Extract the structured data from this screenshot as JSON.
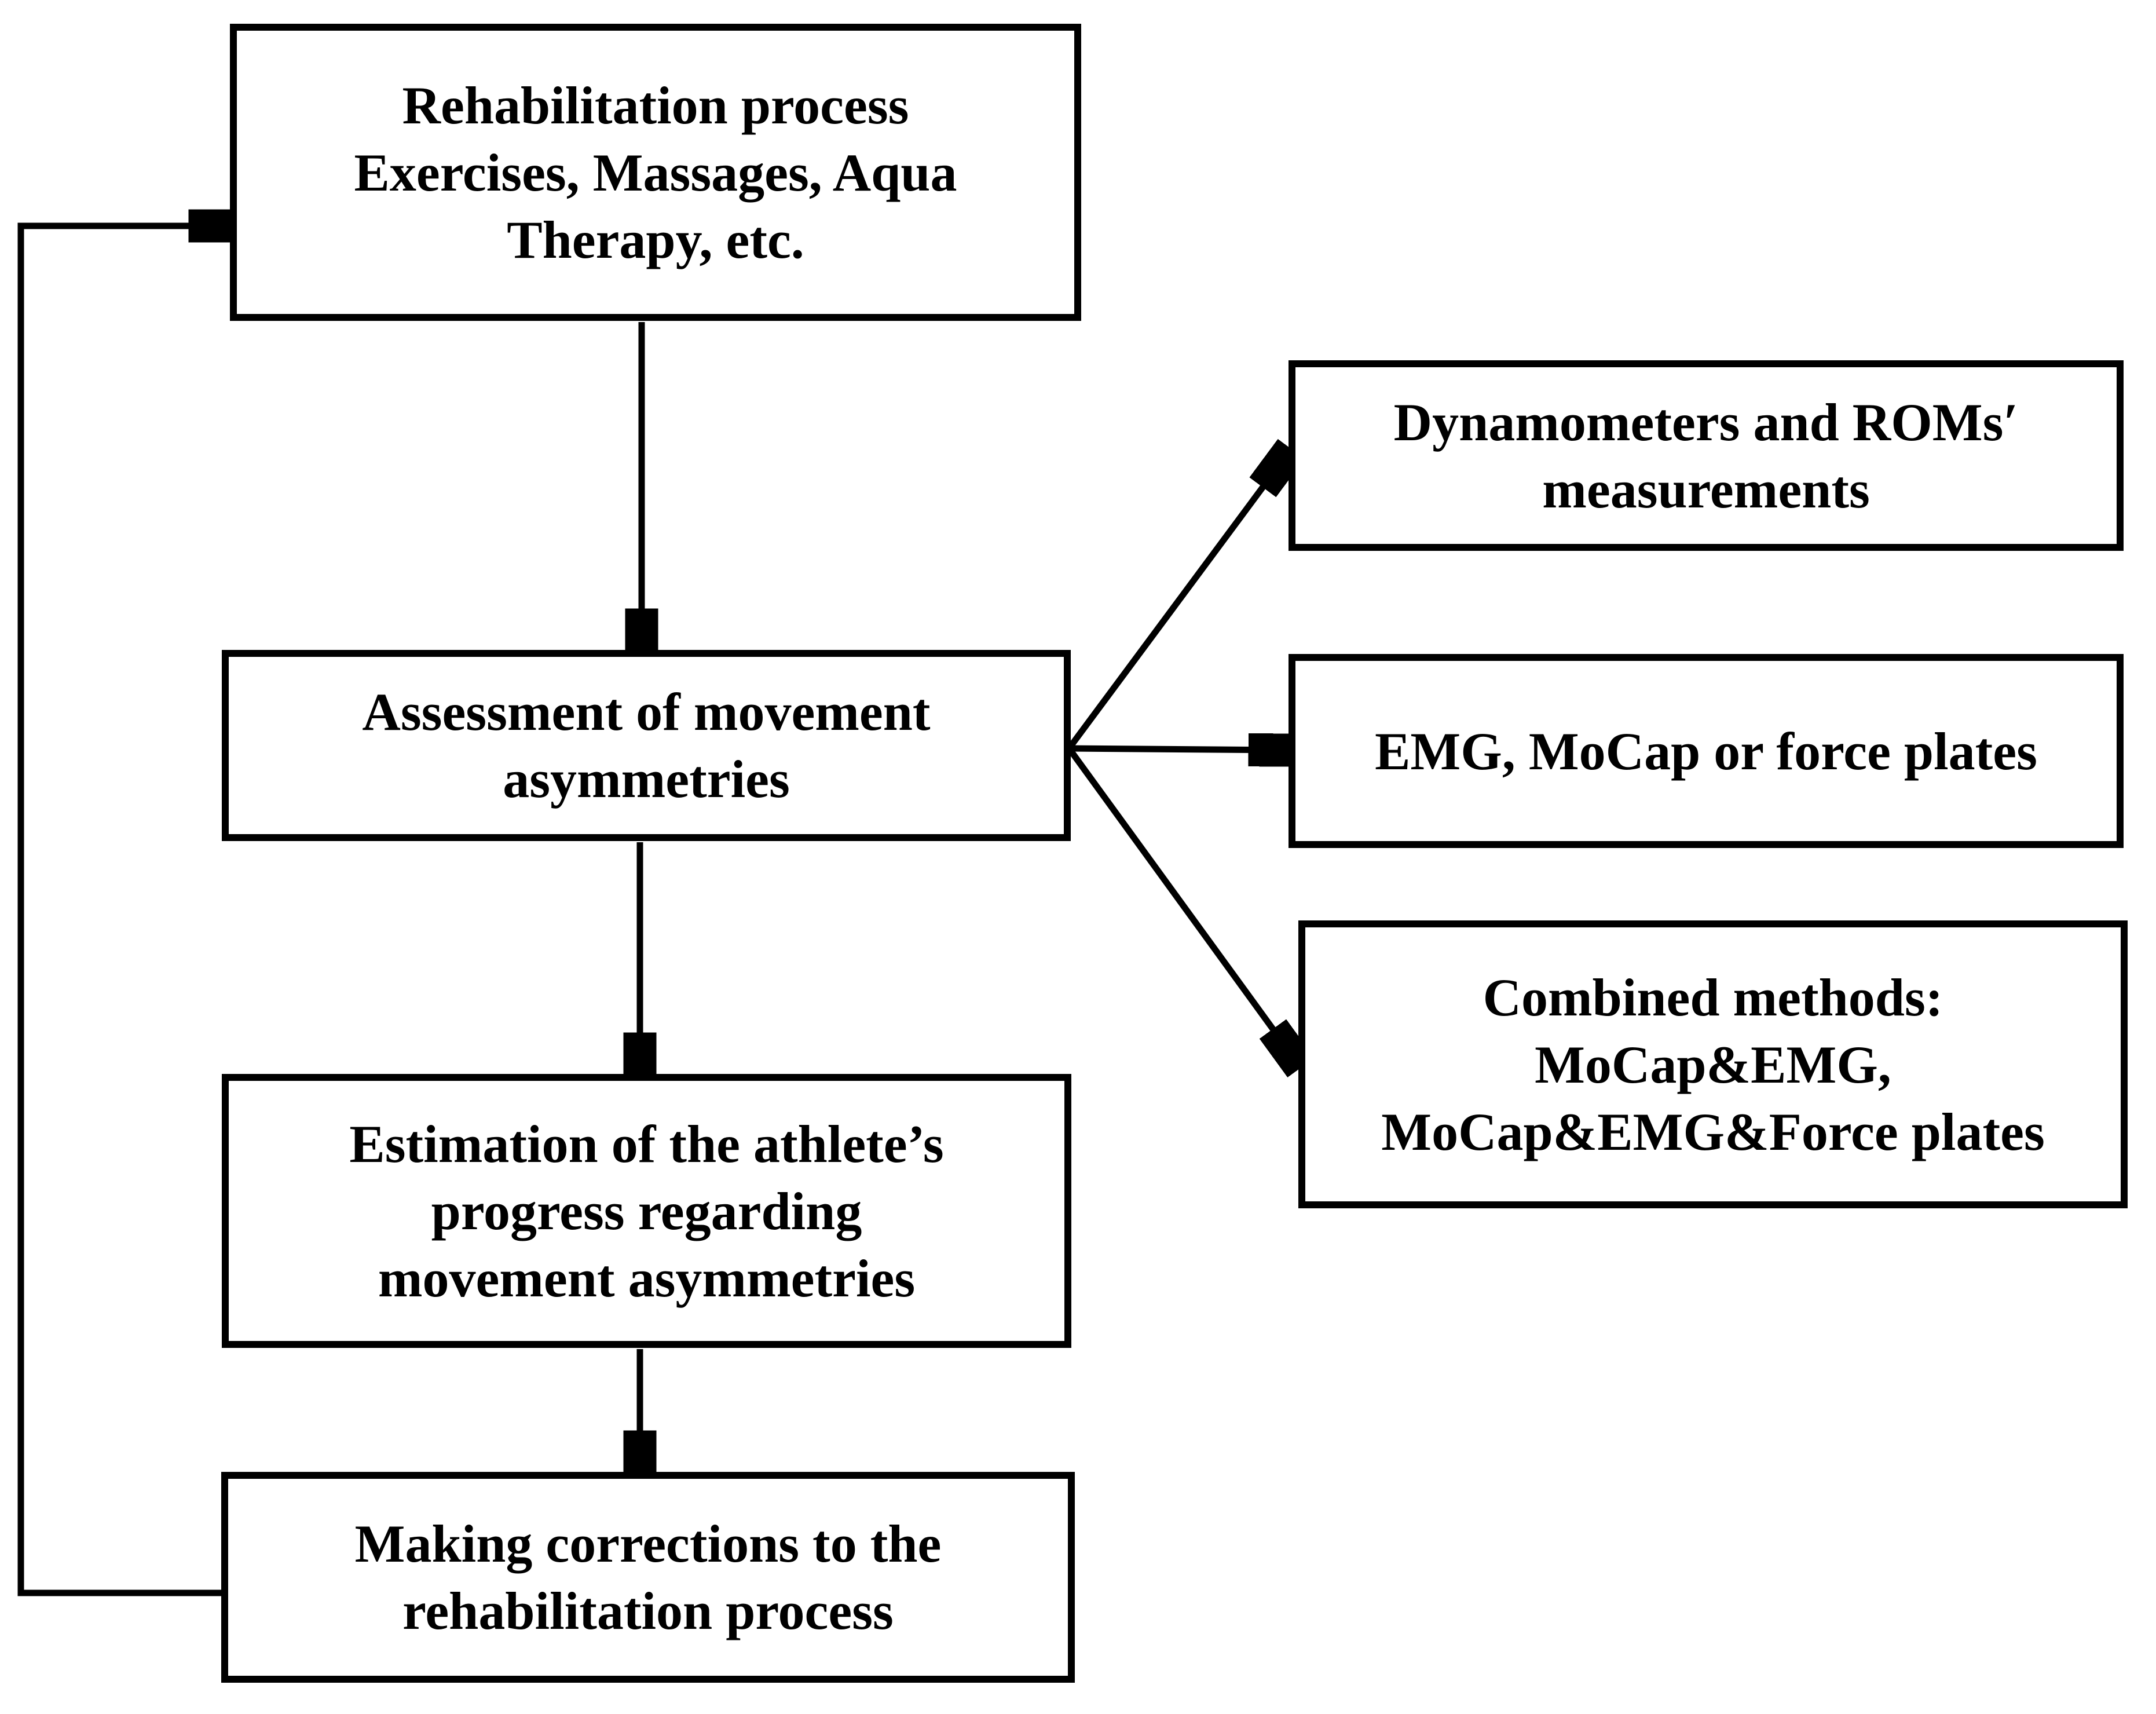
{
  "colors": {
    "ink": "#000000",
    "paper": "#ffffff"
  },
  "boxes": {
    "rehabilitation": {
      "lines": [
        "Rehabilitation process",
        "Exercises, Massages, Aqua",
        "Therapy, etc."
      ]
    },
    "assessment": {
      "lines": [
        "Assessment of movement",
        "asymmetries"
      ]
    },
    "estimation": {
      "lines": [
        "Estimation of the athlete’s",
        "progress regarding",
        "movement asymmetries"
      ]
    },
    "corrections": {
      "lines": [
        "Making corrections to the",
        "rehabilitation process"
      ]
    },
    "dynamometers": {
      "lines": [
        "Dynamometers and ROMs′",
        "measurements"
      ]
    },
    "emg": {
      "lines": [
        "EMG, MoCap or force plates"
      ]
    },
    "combined": {
      "lines": [
        "Combined methods:",
        "MoCap&EMG,",
        "MoCap&EMG&Force plates"
      ]
    }
  },
  "connectors": [
    {
      "from": "rehabilitation",
      "to": "assessment",
      "style": "arrow-down"
    },
    {
      "from": "assessment",
      "to": "dynamometers",
      "style": "arrow-diagonal-up"
    },
    {
      "from": "assessment",
      "to": "emg",
      "style": "arrow-right"
    },
    {
      "from": "assessment",
      "to": "combined",
      "style": "arrow-diagonal-down"
    },
    {
      "from": "assessment",
      "to": "estimation",
      "style": "arrow-down"
    },
    {
      "from": "estimation",
      "to": "corrections",
      "style": "arrow-down"
    },
    {
      "from": "corrections",
      "to": "rehabilitation",
      "style": "feedback-loop-left"
    }
  ]
}
